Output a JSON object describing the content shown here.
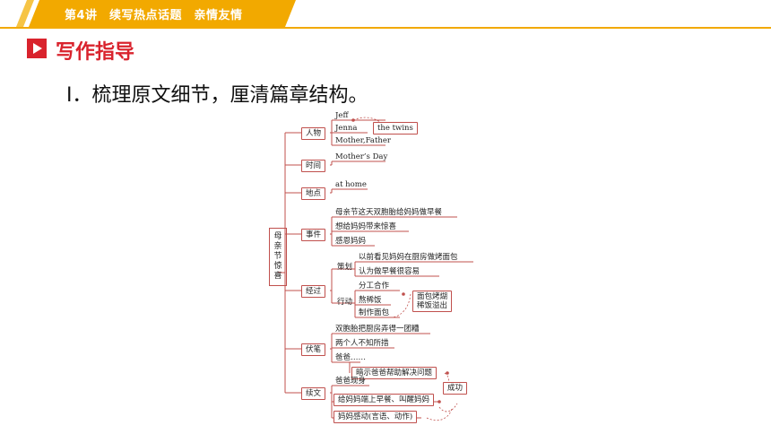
{
  "header": {
    "text": "第4讲　续写热点话题　亲情友情"
  },
  "section": {
    "title": "写作指导",
    "icon": "play-icon"
  },
  "subtitle": "Ⅰ．梳理原文细节，厘清篇章结构。",
  "mindmap": {
    "root": "母亲节惊喜",
    "categories": {
      "characters": "人物",
      "time": "时间",
      "place": "地点",
      "event": "事件",
      "process": "经过",
      "foreshadow": "伏笔",
      "continuation": "续文"
    },
    "characters": {
      "jeff": "Jeff",
      "jenna": "Jenna",
      "parents": "Mother,Father",
      "twins": "the twins"
    },
    "time": "Mother’s Day",
    "place": "at home",
    "event": [
      "母亲节这天双胞胎给妈妈做早餐",
      "想给妈妈带来惊喜",
      "感恩妈妈"
    ],
    "process": {
      "planning_label": "策划",
      "planning": [
        "以前看见妈妈在厨房做烤面包",
        "认为做早餐很容易"
      ],
      "action_label": "行动",
      "action": [
        "分工合作",
        "熬稀饭",
        "制作面包"
      ],
      "result": [
        "面包烤煳",
        "稀饭溢出"
      ]
    },
    "foreshadow": [
      "双胞胎把厨房弄得一团糟",
      "两个人不知所措",
      "爸爸……"
    ],
    "hint": "暗示爸爸帮助解决问题",
    "continuation": [
      "爸爸现身",
      "给妈妈端上早餐、叫醒妈妈",
      "妈妈感动(言语、动作)"
    ],
    "success": "成功"
  }
}
